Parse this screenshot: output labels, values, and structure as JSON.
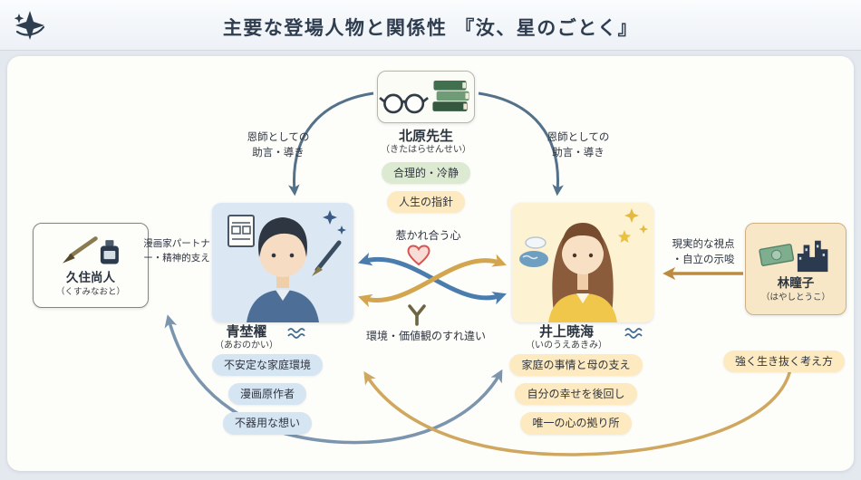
{
  "header": {
    "title": "主要な登場人物と関係性 『汝、星のごとく』"
  },
  "characters": {
    "kitahara": {
      "name": "北原先生",
      "reading": "（きたはらせんせい）",
      "traits": [
        "合理的・冷静",
        "人生の指針"
      ],
      "icon": "glasses-and-books-icon"
    },
    "kai": {
      "name": "青埜櫂",
      "reading": "（あおのかい）",
      "traits": [
        "不安定な家庭環境",
        "漫画原作者",
        "不器用な想い"
      ],
      "icon": "young-man-avatar"
    },
    "akimi": {
      "name": "井上暁海",
      "reading": "（いのうえあきみ）",
      "traits": [
        "家庭の事情と母の支え",
        "自分の幸せを後回し",
        "唯一の心の拠り所"
      ],
      "icon": "young-woman-avatar"
    },
    "kusumi": {
      "name": "久住尚人",
      "reading": "（くすみなおと）",
      "icon": "pen-and-ink-icon"
    },
    "hayashi": {
      "name": "林瞳子",
      "reading": "（はやしとうこ）",
      "traits": [
        "強く生き抜く考え方"
      ],
      "icon": "money-and-city-icon"
    }
  },
  "relations": {
    "kitahara_to_kai": "恩師としての\n助言・導き",
    "kitahara_to_akimi": "恩師としての\n助言・導き",
    "attraction": "惹かれ合う心",
    "gap": "環境・価値観のすれ違い",
    "kusumi_to_kai": "漫画家パートナー・精神的支え",
    "hayashi_to_akimi": "現実的な視点\n・自立の示唆"
  },
  "icons": {
    "logo": "star-logo-icon",
    "attraction": "heart-icon",
    "gap": "forked-road-icon",
    "decorations": [
      "sparkle-icon",
      "wave-icon"
    ]
  },
  "colors": {
    "title_text": "#2e3d4f",
    "arrow_slate": "#54718a",
    "arrow_blue": "#4a7cae",
    "arrow_gold": "#d2a54e",
    "kai_box": "#dbe8f3",
    "akimi_box": "#fdf2d2",
    "hayashi_box": "#f7e7c6",
    "pill_blue": "#d6e5f2",
    "pill_yellow": "#fdeac0",
    "pill_green": "#dcead2",
    "heart": "#d9534f"
  }
}
